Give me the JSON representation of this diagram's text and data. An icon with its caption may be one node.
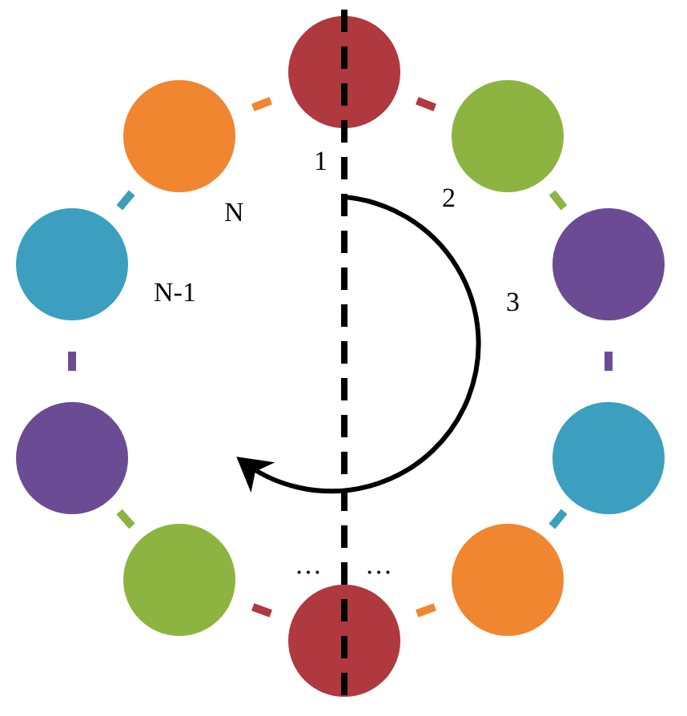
{
  "diagram": {
    "nodes": [
      {
        "text": [],
        "shape": "circle"
      },
      {
        "text": [],
        "shape": "circle"
      },
      {
        "text": [],
        "shape": "circle"
      },
      {
        "text": [],
        "shape": "circle"
      },
      {
        "text": [],
        "shape": "circle"
      },
      {
        "text": [],
        "shape": "circle"
      },
      {
        "text": [],
        "shape": "circle"
      },
      {
        "text": [],
        "shape": "circle"
      },
      {
        "text": [],
        "shape": "circle"
      },
      {
        "text": [],
        "shape": "circle"
      }
    ],
    "edges": [
      {
        "from": 0,
        "to": 2,
        "arrow": "none",
        "color": "#b0383f"
      },
      {
        "from": 2,
        "to": 4,
        "arrow": "none",
        "color": "#8db440"
      },
      {
        "from": 4,
        "to": 6,
        "arrow": "none",
        "color": "#6b4c94"
      },
      {
        "from": 6,
        "to": 8,
        "arrow": "none",
        "color": "#3c9fbf"
      },
      {
        "from": 8,
        "to": 9,
        "arrow": "none",
        "color": "#f0862f"
      },
      {
        "from": 9,
        "to": 7,
        "arrow": "none",
        "color": "#b0383f"
      },
      {
        "from": 7,
        "to": 5,
        "arrow": "none",
        "color": "#8db440"
      },
      {
        "from": 5,
        "to": 3,
        "arrow": "none",
        "color": "#6b4c94"
      },
      {
        "from": 3,
        "to": 1,
        "arrow": "none",
        "color": "#3c9fbf"
      },
      {
        "from": 1,
        "to": 0,
        "arrow": "none",
        "color": "#f0862f"
      },
      {
        "from": 0,
        "to": 9,
        "arrow": "none",
        "style": "dashed",
        "color": "#000000"
      }
    ],
    "labels": [
      "1",
      "2",
      "N",
      "3",
      "N-1",
      "…",
      "…"
    ]
  }
}
